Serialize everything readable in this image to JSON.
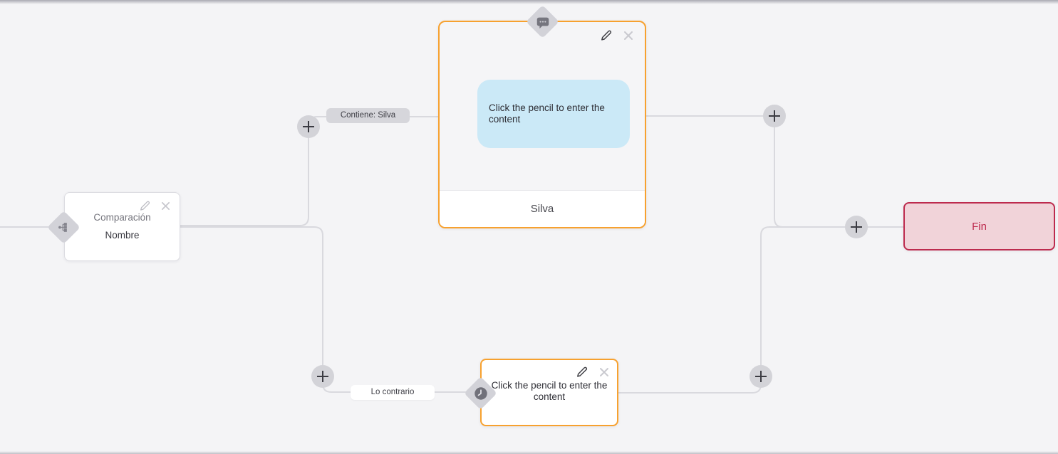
{
  "canvas": {
    "background": "#f4f4f6",
    "connector_color": "#d9d9de",
    "accent_orange": "#f7a12f",
    "accent_red": "#bd2b4e"
  },
  "nodes": {
    "condition": {
      "title": "Comparación",
      "subtitle": "Nombre",
      "icon": "branch-icon"
    },
    "message": {
      "bubble_text": "Click the pencil to enter the content",
      "footer_label": "Silva",
      "icon": "chat-bubble-icon",
      "bubble_color": "#cbe9f7"
    },
    "goto": {
      "text": "Click the pencil to enter the content",
      "icon": "clock-icon"
    },
    "end": {
      "label": "Fin",
      "background": "#f1d3d9",
      "border_color": "#bd2b4e"
    }
  },
  "edges": {
    "top_label": "Contiene: Silva",
    "bottom_label": "Lo contrario"
  }
}
